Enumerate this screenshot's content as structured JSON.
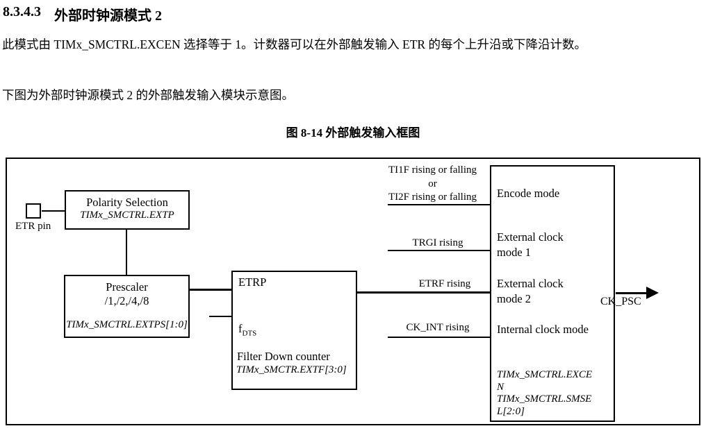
{
  "doc": {
    "heading": {
      "number": "8.3.4.3",
      "title": "外部时钟源模式 2"
    },
    "paragraphs": {
      "p1": "此模式由 TIMx_SMCTRL.EXCEN 选择等于 1。计数器可以在外部触发输入 ETR 的每个上升沿或下降沿计数。",
      "p2": "下图为外部时钟源模式 2 的外部触发输入模块示意图。"
    },
    "figure_caption": "图 8-14 外部触发输入框图"
  },
  "diagram": {
    "etr_pin": {
      "label": "ETR pin"
    },
    "polarity_box": {
      "title": "Polarity Selection",
      "register": "TIMx_SMCTRL.EXTP"
    },
    "prescaler_box": {
      "title": "Prescaler",
      "divisors": "/1,/2,/4,/8",
      "register": "TIMx_SMCTRL.EXTPS[1:0]"
    },
    "filter_box": {
      "input_signal": "ETRP",
      "clock_base": "f",
      "clock_sub": "DTS",
      "title": "Filter Down counter",
      "register": "TIMx_SMCTR.EXTF[3:0]"
    },
    "signals": {
      "encode_line1": "TI1F rising or falling",
      "encode_line2": "or",
      "encode_line3": "TI2F rising or falling",
      "trgi": "TRGI rising",
      "etrf": "ETRF rising",
      "ck_int": "CK_INT rising"
    },
    "mode_box": {
      "encode": "Encode mode",
      "ext1": "External clock mode 1",
      "ext2": "External clock mode 2",
      "internal": "Internal clock mode",
      "register_lines": [
        "TIMx_SMCTRL.EXCE",
        "N",
        "TIMx_SMCTRL.SMSE",
        "L[2:0]"
      ]
    },
    "output_label": "CK_PSC"
  }
}
